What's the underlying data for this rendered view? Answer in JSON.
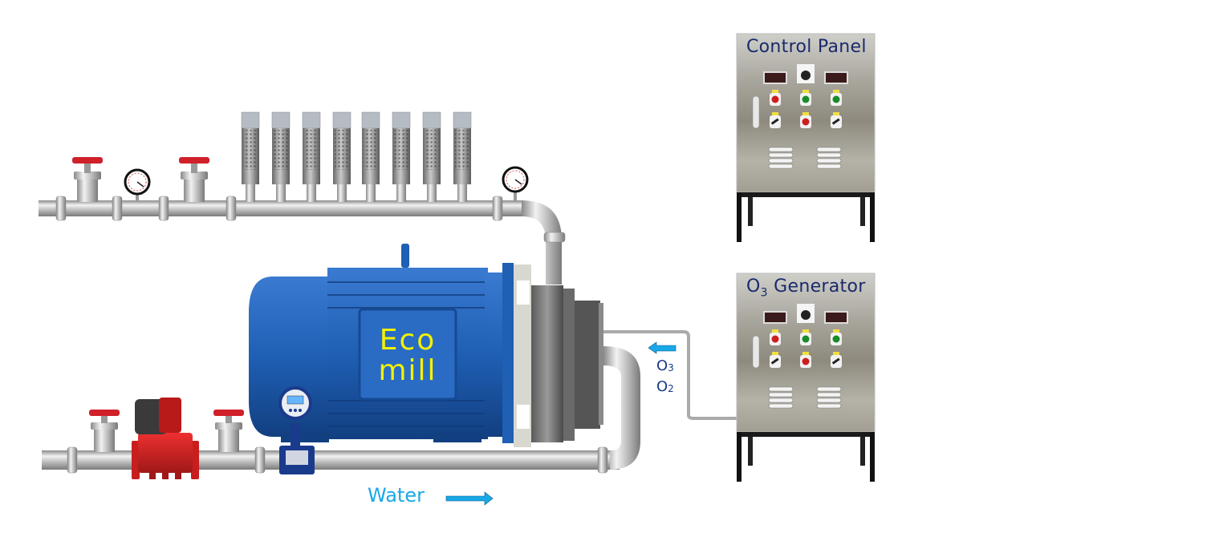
{
  "diagram": {
    "title": "Ecomill ozone water treatment system",
    "labels": {
      "control_panel": "Control Panel",
      "o3_generator_prefix": "O",
      "o3_generator_sub": "3",
      "o3_generator_suffix": " Generator",
      "ecomill_line1": "Eco",
      "ecomill_line2": "mill",
      "gas_o3_main": "O",
      "gas_o3_sub": "3",
      "gas_o2_main": "O",
      "gas_o2_sub": "2",
      "water": "Water"
    },
    "components": {
      "upper_pipe_valves": 2,
      "upper_pipe_gauges": 2,
      "diffuser_filters": 8,
      "lower_pipe_valves": 2,
      "pump": "red circulation pump",
      "flow_meter": "electromagnetic flow meter",
      "cabinet_buttons": [
        "red",
        "green",
        "green",
        "switch",
        "red",
        "switch"
      ]
    },
    "flows": {
      "gas_direction": "left",
      "water_direction": "right"
    },
    "colors": {
      "motor_blue": "#1f5fb4",
      "label_navy": "#1a2a6c",
      "eco_yellow": "#f2f200",
      "water_cyan": "#18a8e8",
      "valve_red": "#d0202a",
      "pipe_gray": "#b8b8b8"
    }
  }
}
